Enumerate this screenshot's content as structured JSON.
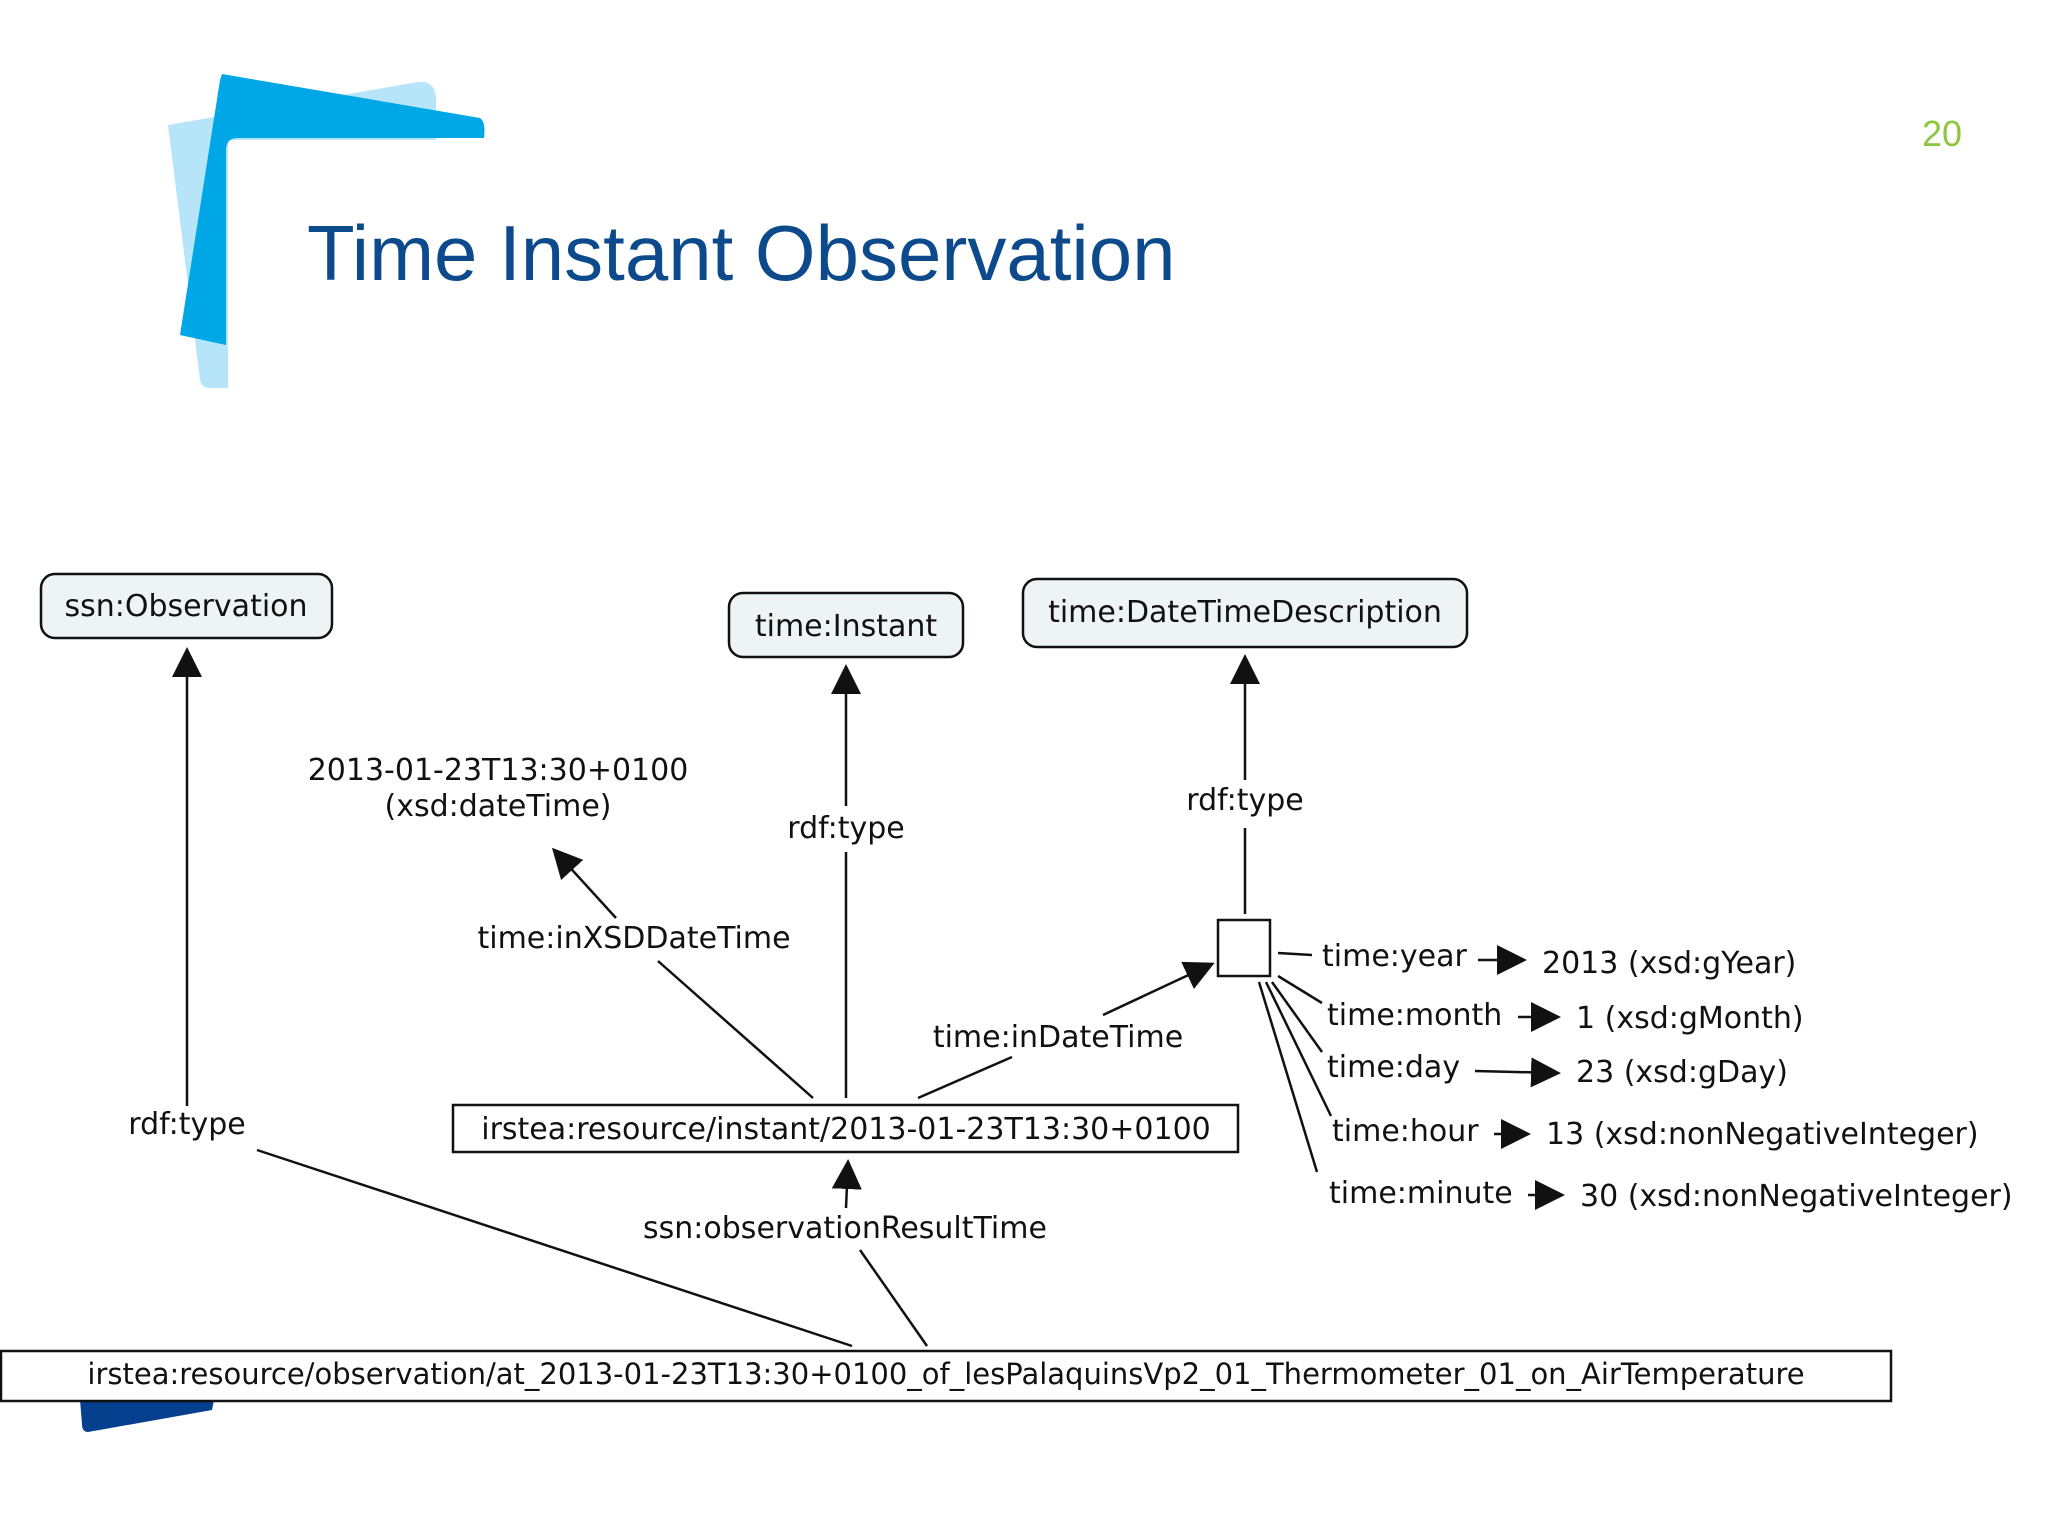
{
  "slide": {
    "title": "Time Instant Observation",
    "page_number": "20"
  },
  "colors": {
    "title": "#0d4a8c",
    "page_number": "#8dc63f",
    "logo_dark": "#00a7e6",
    "logo_light": "#b6e4f8",
    "logo_navy": "#073f8f",
    "class_node_fill": "#eef4f5",
    "stroke": "#111111"
  },
  "nodes": {
    "ssn_observation": "ssn:Observation",
    "time_instant": "time:Instant",
    "time_datetime_description": "time:DateTimeDescription",
    "datetime_literal_value": "2013-01-23T13:30+0100",
    "datetime_literal_type": "(xsd:dateTime)",
    "instant_resource": "irstea:resource/instant/2013-01-23T13:30+0100",
    "observation_resource": "irstea:resource/observation/at_2013-01-23T13:30+0100_of_lesPalaquinsVp2_01_Thermometer_01_on_AirTemperature",
    "year_value": "2013 (xsd:gYear)",
    "month_value": "1 (xsd:gMonth)",
    "day_value": "23 (xsd:gDay)",
    "hour_value": "13 (xsd:nonNegativeInteger)",
    "minute_value": "30 (xsd:nonNegativeInteger)"
  },
  "edges": {
    "obs_rdf_type": "rdf:type",
    "instant_rdf_type": "rdf:type",
    "desc_rdf_type": "rdf:type",
    "in_xsd_datetime": "time:inXSDDateTime",
    "in_datetime": "time:inDateTime",
    "observation_result_time": "ssn:observationResultTime",
    "year": "time:year",
    "month": "time:month",
    "day": "time:day",
    "hour": "time:hour",
    "minute": "time:minute"
  }
}
